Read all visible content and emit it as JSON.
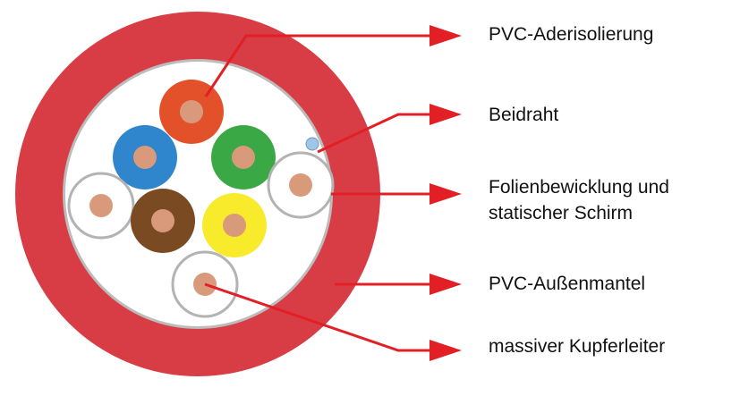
{
  "colors": {
    "jacket": "#d83c45",
    "jacket_edge": "#c12f39",
    "core_fill": "#ffffff",
    "arrow": "#e31f26",
    "copper": "#d99a7c",
    "conductors": [
      "#e2512a",
      "#2f86cc",
      "#3aa945",
      "#f7eb2c",
      "#7a4a22",
      "#ffffff",
      "#ffffff",
      "#ffffff"
    ],
    "drain_wire": "#9fc6e6"
  },
  "labels": [
    {
      "lines": [
        "PVC-Aderisolierung"
      ]
    },
    {
      "lines": [
        "Beidraht"
      ]
    },
    {
      "lines": [
        "Folienbewicklung und",
        "statischer Schirm"
      ]
    },
    {
      "lines": [
        "PVC-Außenmantel"
      ]
    },
    {
      "lines": [
        "massiver Kupferleiter"
      ]
    }
  ]
}
